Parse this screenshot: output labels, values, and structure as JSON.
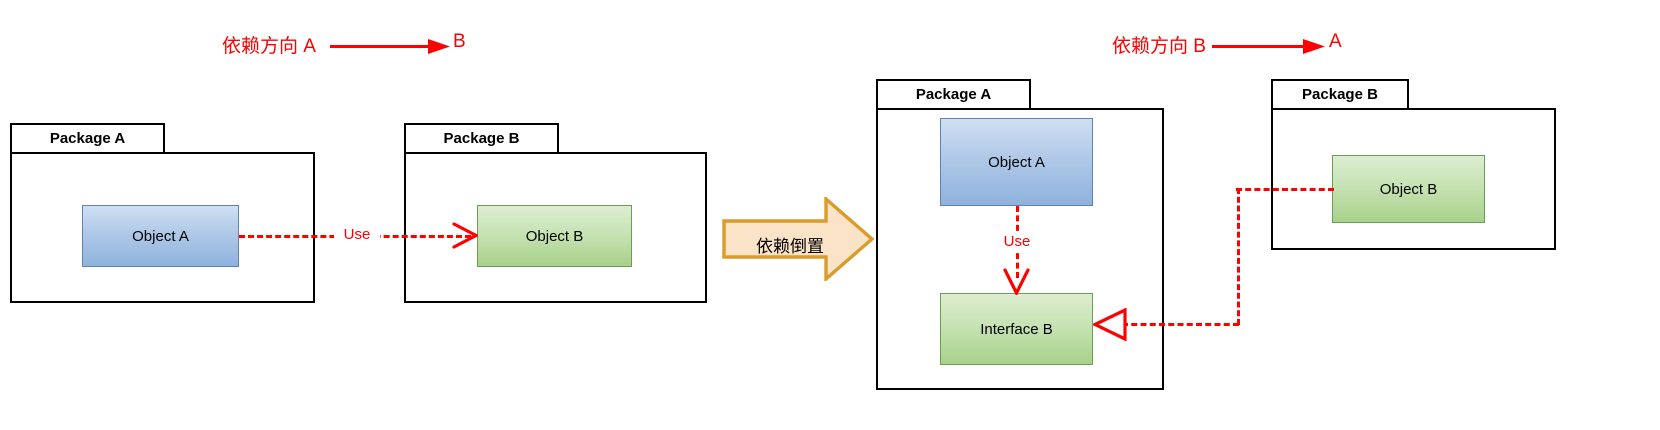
{
  "diagram": {
    "title_left": "依赖方向 A",
    "headers": {
      "left": {
        "text_before": "依赖方向  A",
        "text_after": "B"
      },
      "right": {
        "text_before": "依赖方向 B",
        "text_after": "A"
      }
    },
    "colors": {
      "accent_red": "#ff0000",
      "object_blue": "#8fb2dc",
      "object_green": "#a8d18a",
      "block_arrow_fill": "#fbe3c8",
      "block_arrow_stroke": "#d99c2b",
      "outline_black": "#000000"
    },
    "left_panel": {
      "package_a": {
        "tab_label": "Package A"
      },
      "package_b": {
        "tab_label": "Package B"
      },
      "object_a": {
        "label": "Object A"
      },
      "object_b": {
        "label": "Object B"
      },
      "dependency_label": "Use"
    },
    "center": {
      "block_arrow_label": "依赖倒置"
    },
    "right_panel": {
      "package_a": {
        "tab_label": "Package A"
      },
      "package_b": {
        "tab_label": "Package B"
      },
      "object_a": {
        "label": "Object A"
      },
      "interface_b": {
        "label": "Interface B"
      },
      "object_b": {
        "label": "Object B"
      },
      "dependency_label": "Use"
    }
  }
}
